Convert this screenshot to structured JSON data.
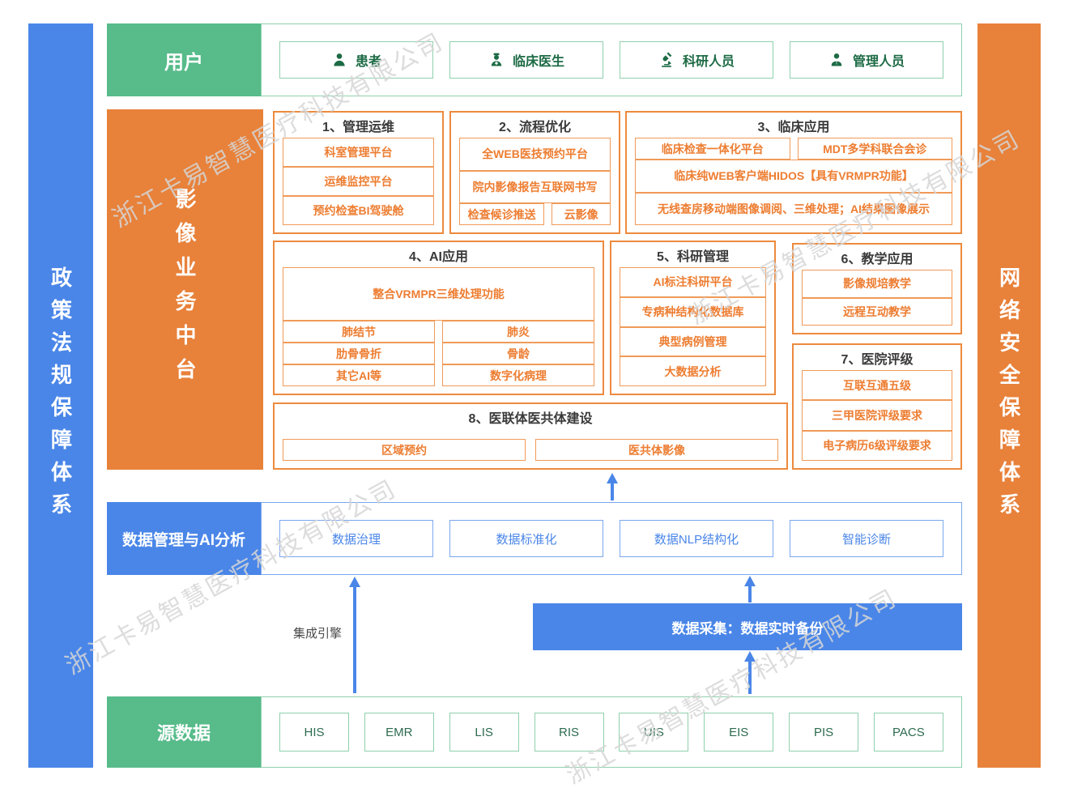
{
  "watermark": {
    "text": "浙江卡易智慧医疗科技有限公司"
  },
  "colors": {
    "green_block": "#57BB8A",
    "green_border": "#8FD0AD",
    "green_text": "#1D6B45",
    "orange_block": "#E8813A",
    "orange_border": "#ED8A3E",
    "orange_text": "#ED7D31",
    "blue_block": "#4A86E8",
    "blue_border": "#7BA7EE",
    "blue_text": "#4A86E8",
    "section_title_text": "#3a3a3a",
    "watermark_text": "#d6d6d6"
  },
  "sidebars": {
    "left": {
      "label": "政策法规保障体系"
    },
    "right": {
      "label": "网络安全保障体系"
    }
  },
  "users_row": {
    "label": "用户",
    "items": [
      {
        "label": "患者",
        "icon": "patient-icon"
      },
      {
        "label": "临床医生",
        "icon": "doctor-icon"
      },
      {
        "label": "科研人员",
        "icon": "microscope-icon"
      },
      {
        "label": "管理人员",
        "icon": "admin-icon"
      }
    ]
  },
  "business_center": {
    "label": "影像业务中台",
    "sections": [
      {
        "title": "1、管理运维",
        "items": [
          "科室管理平台",
          "运维监控平台",
          "预约检查BI驾驶舱"
        ]
      },
      {
        "title": "2、流程优化",
        "items": [
          "全WEB医技预约平台",
          "院内影像报告互联网书写",
          "检查候诊推送",
          "云影像"
        ]
      },
      {
        "title": "3、临床应用",
        "items": [
          "临床检查一体化平台",
          "MDT多学科联合会诊",
          "临床纯WEB客户端HIDOS【具有VRMPR功能】",
          "无线查房移动端图像调阅、三维处理；AI结果图像展示"
        ]
      },
      {
        "title": "4、AI应用",
        "items": [
          "整合VRMPR三维处理功能",
          "肺结节",
          "肺炎",
          "肋骨骨折",
          "骨龄",
          "其它AI等",
          "数字化病理"
        ]
      },
      {
        "title": "5、科研管理",
        "items": [
          "AI标注科研平台",
          "专病种结构化数据库",
          "典型病例管理",
          "大数据分析"
        ]
      },
      {
        "title": "6、教学应用",
        "items": [
          "影像规培教学",
          "远程互动教学"
        ]
      },
      {
        "title": "7、医院评级",
        "items": [
          "互联互通五级",
          "三甲医院评级要求",
          "电子病历6级评级要求"
        ]
      },
      {
        "title": "8、医联体医共体建设",
        "items": [
          "区域预约",
          "医共体影像"
        ]
      }
    ]
  },
  "data_mgmt_row": {
    "label": "数据管理与AI分析",
    "items": [
      "数据治理",
      "数据标准化",
      "数据NLP结构化",
      "智能诊断"
    ]
  },
  "middle_zone": {
    "integration_label": "集成引擎",
    "collection_label": "数据采集：数据实时备份"
  },
  "source_row": {
    "label": "源数据",
    "items": [
      "HIS",
      "EMR",
      "LIS",
      "RIS",
      "UIS",
      "EIS",
      "PIS",
      "PACS"
    ]
  }
}
